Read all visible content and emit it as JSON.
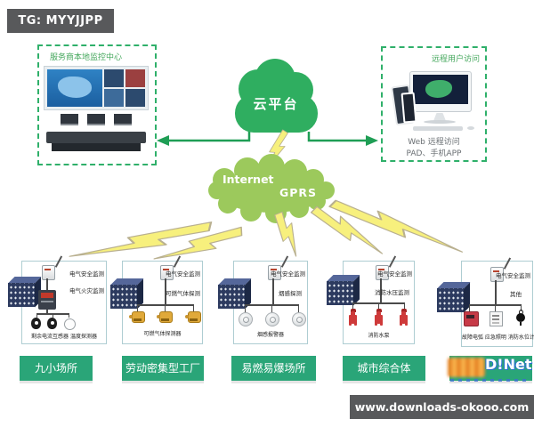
{
  "tag_label": "TG: MYYJJPP",
  "left_panel": {
    "title": "服务商本地监控中心"
  },
  "right_panel": {
    "title": "远程用户访问",
    "caption_line1": "Web 远程访问",
    "caption_line2": "PAD、手机APP"
  },
  "cloud_platform": {
    "label": "云平台"
  },
  "network_cloud": {
    "internet": "Internet",
    "gprs": "GPRS"
  },
  "groups": [
    {
      "sensor_label": "电气安全监测",
      "mid_label": "电气火灾监测",
      "device_label": "剩余电流互感器 温度探测器",
      "site_label": "九小场所"
    },
    {
      "sensor_label": "电气安全监测",
      "mid_label": "可燃气体探测",
      "device_label": "可燃气体探测器",
      "site_label": "劳动密集型工厂"
    },
    {
      "sensor_label": "电气安全监测",
      "mid_label": "烟感探测",
      "device_label": "烟感报警器",
      "site_label": "易燃易爆场所"
    },
    {
      "sensor_label": "电气安全监测",
      "mid_label": "消防水压监测",
      "device_label": "消防水泵",
      "site_label": "城市综合体"
    },
    {
      "sensor_label": "电气安全监测",
      "mid_label": "其他",
      "device_label": "故障电弧 应急照明 消防水位计",
      "site_label": ""
    }
  ],
  "logo_overlay": {
    "text": "D!Net"
  },
  "footer_watermark": "www.downloads-okooo.com",
  "colors": {
    "cloud_green": "#2fae60",
    "net_cloud_green": "#9cc95c",
    "dashed_green": "#2fb06a",
    "site_green": "#2aa578",
    "group_border": "#aecdd2",
    "bolt_yellow": "#f7f07d"
  }
}
